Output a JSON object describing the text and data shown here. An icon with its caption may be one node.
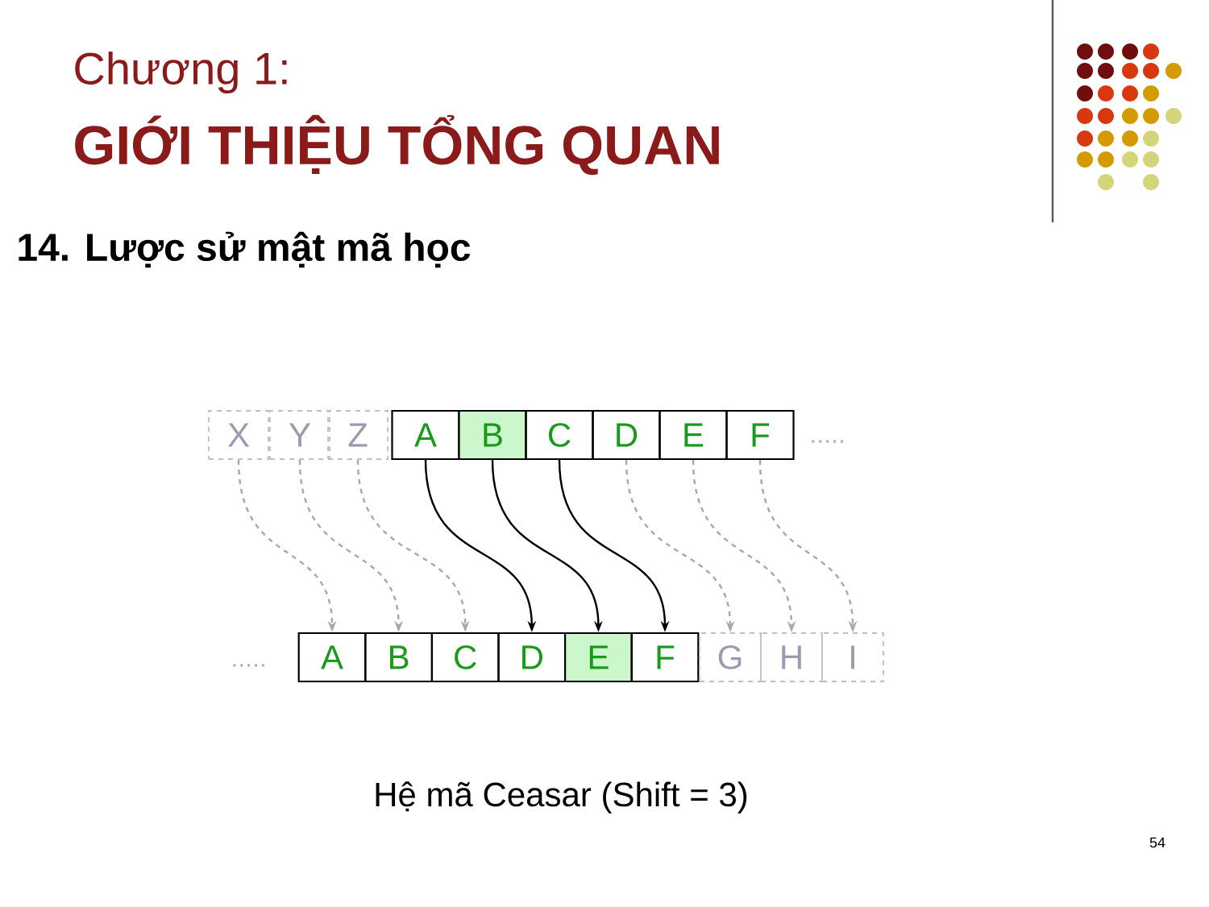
{
  "diagram": {
    "caption": "Hệ mã Ceasar (Shift = 3)",
    "nodes": [
      {
        "text": [
          "X"
        ]
      },
      {
        "text": [
          "Y"
        ]
      },
      {
        "text": [
          "Z"
        ]
      },
      {
        "text": [
          "A"
        ]
      },
      {
        "text": [
          "B"
        ]
      },
      {
        "text": [
          "C"
        ]
      },
      {
        "text": [
          "D"
        ]
      },
      {
        "text": [
          "E"
        ]
      },
      {
        "text": [
          "F"
        ]
      },
      {
        "text": [
          "A"
        ]
      },
      {
        "text": [
          "B"
        ]
      },
      {
        "text": [
          "C"
        ]
      },
      {
        "text": [
          "D"
        ]
      },
      {
        "text": [
          "E"
        ]
      },
      {
        "text": [
          "F"
        ]
      },
      {
        "text": [
          "G"
        ]
      },
      {
        "text": [
          "H"
        ]
      },
      {
        "text": [
          "I"
        ]
      }
    ],
    "edges": [
      {
        "from": 0,
        "to": 9,
        "arrow": "to",
        "style": "dashed",
        "color": "#a8a8a8"
      },
      {
        "from": 1,
        "to": 10,
        "arrow": "to",
        "style": "dashed",
        "color": "#a8a8a8"
      },
      {
        "from": 2,
        "to": 11,
        "arrow": "to",
        "style": "dashed",
        "color": "#a8a8a8"
      },
      {
        "from": 3,
        "to": 12,
        "arrow": "to",
        "color": "#000000"
      },
      {
        "from": 4,
        "to": 13,
        "arrow": "to",
        "color": "#000000"
      },
      {
        "from": 5,
        "to": 14,
        "arrow": "to",
        "color": "#000000"
      },
      {
        "from": 6,
        "to": 15,
        "arrow": "to",
        "style": "dashed",
        "color": "#a8a8a8"
      },
      {
        "from": 7,
        "to": 16,
        "arrow": "to",
        "style": "dashed",
        "color": "#a8a8a8"
      },
      {
        "from": 8,
        "to": 17,
        "arrow": "to",
        "style": "dashed",
        "color": "#a8a8a8"
      }
    ],
    "labels": [
      "Chương 1:",
      "GIỚI THIỆU TỔNG QUAN",
      "14. Lược sử mật mã học",
      ".....",
      ".....",
      "54"
    ]
  }
}
